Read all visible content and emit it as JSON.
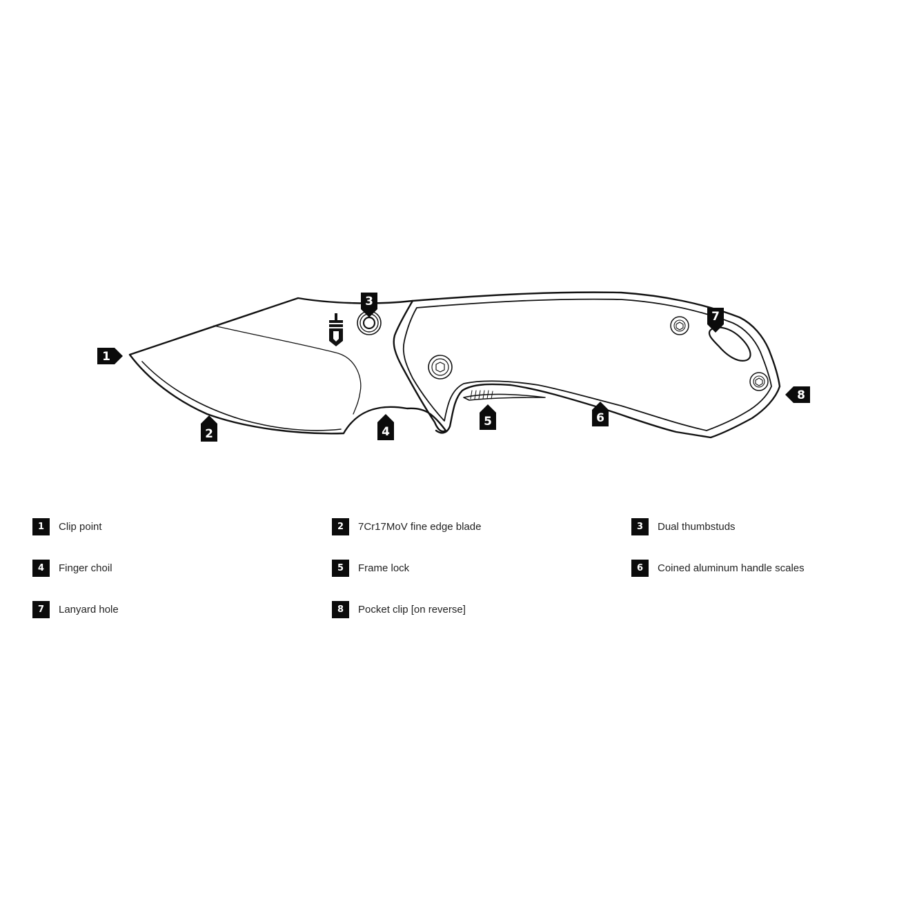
{
  "colors": {
    "line": "#111111",
    "marker": "#0b0b0b",
    "marker_text": "#ffffff",
    "background": "#ffffff"
  },
  "icons": {
    "logo": "gerber-logo-icon"
  },
  "callouts": [
    {
      "number": "1",
      "label": "Clip point"
    },
    {
      "number": "2",
      "label": "7Cr17MoV fine edge blade"
    },
    {
      "number": "3",
      "label": "Dual thumbstuds"
    },
    {
      "number": "4",
      "label": "Finger choil"
    },
    {
      "number": "5",
      "label": "Frame lock"
    },
    {
      "number": "6",
      "label": "Coined aluminum handle scales"
    },
    {
      "number": "7",
      "label": "Lanyard hole"
    },
    {
      "number": "8",
      "label": "Pocket clip [on reverse]"
    }
  ]
}
